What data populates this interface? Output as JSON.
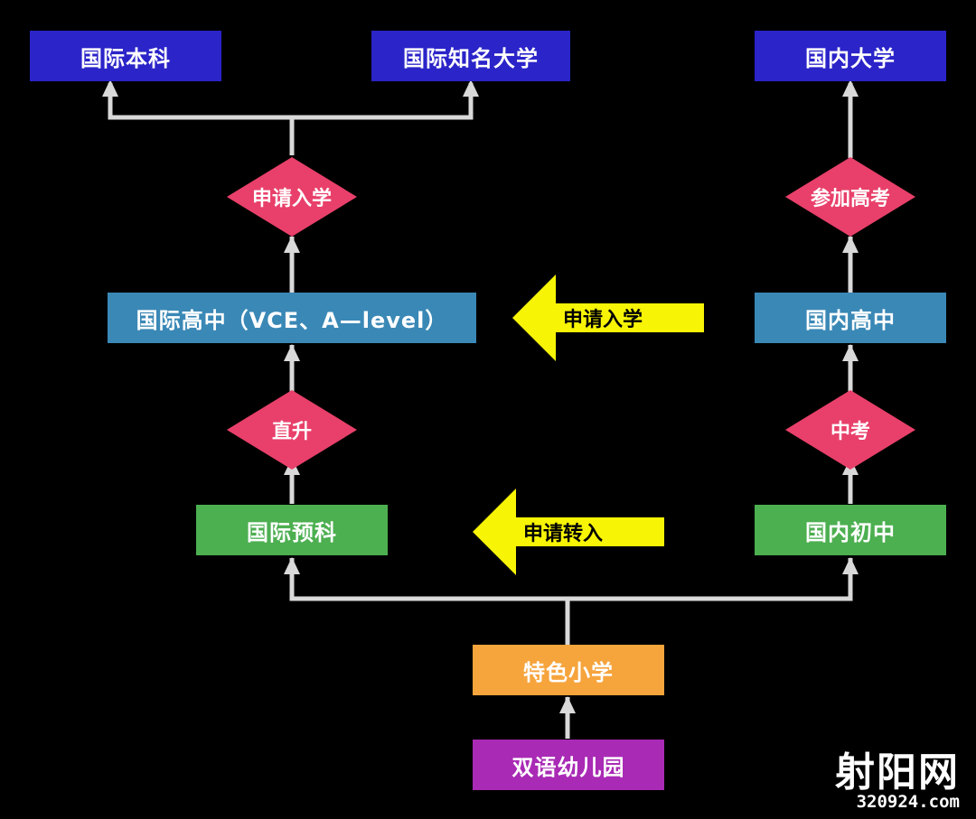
{
  "nodes": {
    "intl_bachelor": "国际本科",
    "intl_famous_univ": "国际知名大学",
    "domestic_univ": "国内大学",
    "intl_high_school": "国际高中（VCE、A—level）",
    "domestic_high_school": "国内高中",
    "intl_prep": "国际预科",
    "domestic_middle_school": "国内初中",
    "feature_primary": "特色小学",
    "bilingual_kindergarten": "双语幼儿园"
  },
  "decisions": {
    "apply_admission": "申请入学",
    "gaokao": "参加高考",
    "direct_promotion": "直升",
    "zhongkao": "中考"
  },
  "transfers": {
    "apply_admission": "申请入学",
    "apply_transfer": "申请转入"
  },
  "watermark": {
    "main": "射阳网",
    "site": "320924.com"
  },
  "colors": {
    "background": "#000000",
    "university_box": "#2b24c9",
    "high_school_box": "#3a88b6",
    "middle_school_box": "#4caf50",
    "primary_box": "#f6a43c",
    "kindergarten_box": "#a92ab5",
    "decision_diamond": "#e8406a",
    "transfer_arrow": "#f7f406",
    "connector": "#d9d9d9"
  }
}
